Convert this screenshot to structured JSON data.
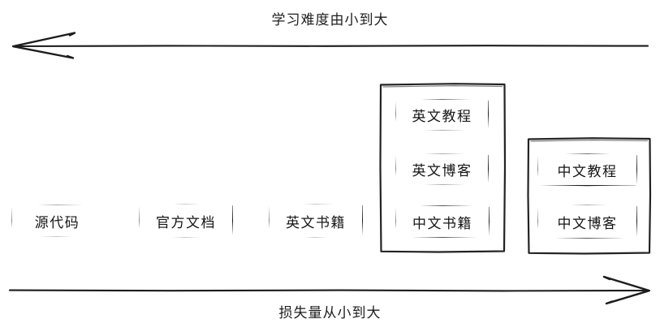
{
  "diagram": {
    "title_top": "学习难度由小到大",
    "title_bottom": "损失量从小到大",
    "stroke_color": "#1a1a1a",
    "background_color": "#ffffff",
    "axes": [
      {
        "name": "difficulty-axis",
        "label": "学习难度由小到大",
        "direction": "left",
        "position": "top"
      },
      {
        "name": "loss-axis",
        "label": "损失量从小到大",
        "direction": "right",
        "position": "bottom"
      }
    ],
    "nodes": [
      {
        "id": "source-code",
        "label": "源代码"
      },
      {
        "id": "official-docs",
        "label": "官方文档"
      },
      {
        "id": "english-books",
        "label": "英文书籍"
      },
      {
        "id": "english-tutorials",
        "label": "英文教程"
      },
      {
        "id": "english-blogs",
        "label": "英文博客"
      },
      {
        "id": "chinese-books",
        "label": "中文书籍"
      },
      {
        "id": "chinese-tutorials",
        "label": "中文教程"
      },
      {
        "id": "chinese-blogs",
        "label": "中文博客"
      }
    ],
    "groups": [
      {
        "id": "english-group",
        "members": [
          "英文教程",
          "英文博客",
          "中文书籍"
        ]
      },
      {
        "id": "chinese-group",
        "members": [
          "中文教程",
          "中文博客"
        ]
      }
    ]
  }
}
